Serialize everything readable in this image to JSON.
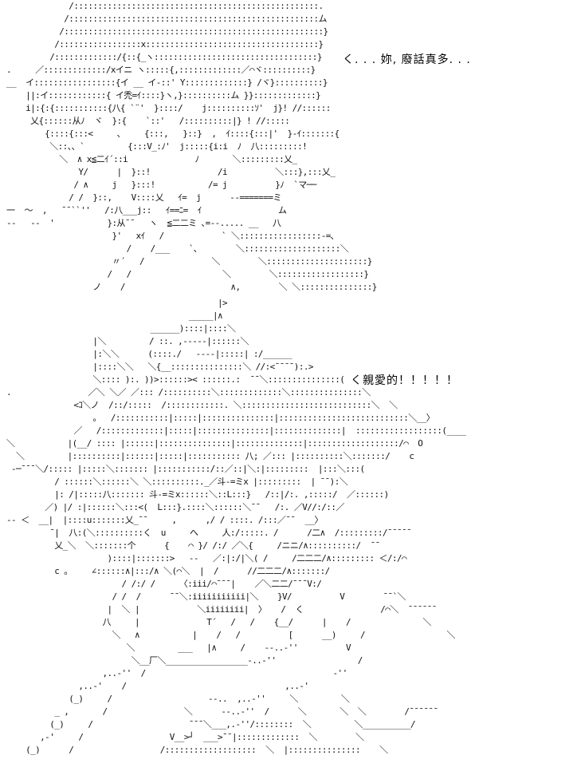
{
  "dialogue": {
    "line_1": "く. . . 妳, 廢話真多. . .",
    "line_2": "く親愛的！！！！！"
  },
  "art_top": [
    "             /:::::::::::::::::::::::::::::::::::::::::::::::::::.",
    "            /::::::::::::::::::::::::::::::::::::::::::::::::::::ム",
    "           /::::::::::::::::::::::::::::::::::::::::::::::::::::::}",
    "          /:::::::::::::::::x::::::::::::::::::::::::::::::::::::}",
    "         /:::::::::::::/{::{_ヽ::::::::::::::::::::::::::::::::::}",
    ".     ／:::::::::::::/xイニ ヽ:::::{,:::::::::::::／⌒ヾ::::::::::}",
    "__  イ:::::::::::::::::{イ __ イ‐::' Y:::::::::::::} /ヾ}::::::::::}",
    "    ||:イ::::::::::::{ イ禿=ｲ::::}ヽ,}::::::::::ム }}:::::::::::::}",
    "    i|:{:{:::::::::::{八{ `¨'  }::::/    j::::::::::ｿ'  j}! //::::::",
    "     乂{::::::从ﾉ  ヾ  }:{    `::'   /::::::::::|} ! //:::::",
    "        {::::{:::<     、    {:::,   }::}  ,  ｲ::::{:::|'  }-ｲ:::::::{",
    "         ＼::、、`         {:::V_:ﾉ'  j:::::{i:i  ﾉ  八:::::::::!",
    "           ＼  ∧ x≦二ｲ´::i              ﾉ       ＼:::::::::乂_",
    "               Y/      |  }::!              /i          ＼:::},:::乂_",
    "              / ∧     j   }:::!           /= j          }ﾉ  `マ──",
    "             / /  }::,    V::::乂   ｲ=  j      ‐‐=======ミ",
    "一  ～  ,   ¯¯``''   /:八___j::   ｲ==ﾆ=  ｲ                ム",
    "--   --  '           }:从¯¯   ヽ  ≦二二ミ ､=-‐..... __   八",
    "                      }'   xｲ   /            ` ＼:::::::::::::::::-=､",
    "                         /    /___    `､        ＼::::::::::::::::::::＼",
    "                      〃´   /              ＼        ＼:::::::::::::::::::::}",
    "                     /   /                   ＼        ＼::::::::::::::::::}",
    "                  ノ    /                      ∧,        ＼ ＼:::::::::::::::}"
  ],
  "art_bottom": [
    "                                            |>",
    "                                      _____|∧",
    "                              ______)::::|::::＼",
    "                  |＼         / ::. ,-----|::::::＼",
    "                  |:＼＼      (::::./   ----|:::::| :/______",
    "                  |::::＼＼   ＼{__:::::::::::::::＼ //:<¯¯¯¯):.>",
    "                  ＼:::: ):. ))>::::::>< ::::::.:  ¯¯＼:::::::::::::::(",
    ".                ／＼ ＼／ ／::: /::::::::::＼:::::::::::::＼:::::::::::::::＼",
    "              <ｺ＼ノ  /::/:::::  /::::::::::::. ＼:::::::::::::::::::::::::::＼  ＼",
    "                  。  /:::::::::::|:::::|:::::::::::::::|:::::::::::::::::::::::::::＼__〉",
    "              ／   /:::::::::::::|:::::|:::::::::::::::|::::::::::::::|  ::::::::::::::::::(____",
    "＼           |(__/ :::: |::::::|:::::::::::::::|::::::::::::::|:::::::::::::::::::/⌒  O",
    "  ＼         |::::::::::|::::::|:::::|::::::::::: 八; ／::: |::::::::::＼:::::::/    c",
    " ‐─¯¯¯＼/::::: |:::::＼::::::: |:::::::::::/::／::|＼:|:::::::::  |:::＼:::(",
    "          / ::::::＼::::::＼ ＼::::::::::._／斗-=ミx |:::::::::  | ¯¯):＼",
    "          |: /|:::::八::::::: 斗-=ミx::::::＼::L:::}   /::|/:. ,:::::/  ／::::::)",
    "        ／) |/ :|::::::＼:::<(  L:::}.::::＼::::::＼¯¯   /:. ／V//:/::／",
    "‐‐ ＜  __|  |::::u:::::::乂_¯¯     ,      ,/ / ::::. /:::／¯¯  __〉",
    "         ¯|  八:(＼::::::::::く  u     へ     人:/:::::. /      /二∧  /:::::::::/¯¯¯¯¯",
    "          乂_＼  ＼:::::::个      {    ⌒ }/ /:/ ／＼{     /ニニ/∧::::::::::/  ¯¯",
    "                     )::::|:::::::>   --   ／:|:/|＼( /     /二二二/∧::::::::: ＜/:/⌒",
    "          c 。    ∠::::::∧|:::/∧ ＼(⌒＼  |  /      //二二二/∧:::::::/",
    "                        / /:/ /     〈:iii/⌒¯¯¯|    ／＼二二/¯¯¯V:/",
    "                      / /  /      ¯¯＼:iiiiiiiiiii|＼    }V/          V        ¯¯`＼",
    "                     |  ＼ |            ＼iiiiiiii|  〉   /  く                /⌒＼  ¯¯¯¯¯¯",
    "                    八     |              T´   /   /    {__/      |    /               ＼",
    "                      ＼   ∧           |    /   /          [      __)     /                 ＼",
    "                         ＼         ___   |∧     /    ‐-..‐''          V",
    "                          ＼__厂＼_________________-..‐''                 /",
    "                    ,..‐''  /                                       ‐''",
    "               ,..‐'    /                                 ,..‐'",
    "             (_)     /                    ‐-..  ,..‐''     ＼         ＼",
    "          _ ,       /                ＼      ‐-..-''  /      ＼       ＼  ＼        /¯¯¯¯¯¯",
    "         (_)     /                    ¯¯¯＼___,.-''/::::::::  ＼         ＼__________/",
    "       ,-'     /                  V__>┘  ___>¯¯|:::::::::::::  ＼        ＼",
    "    (_)      /                  /:::::::::::::::::::  ＼  |:::::::::::::::    ＼"
  ]
}
